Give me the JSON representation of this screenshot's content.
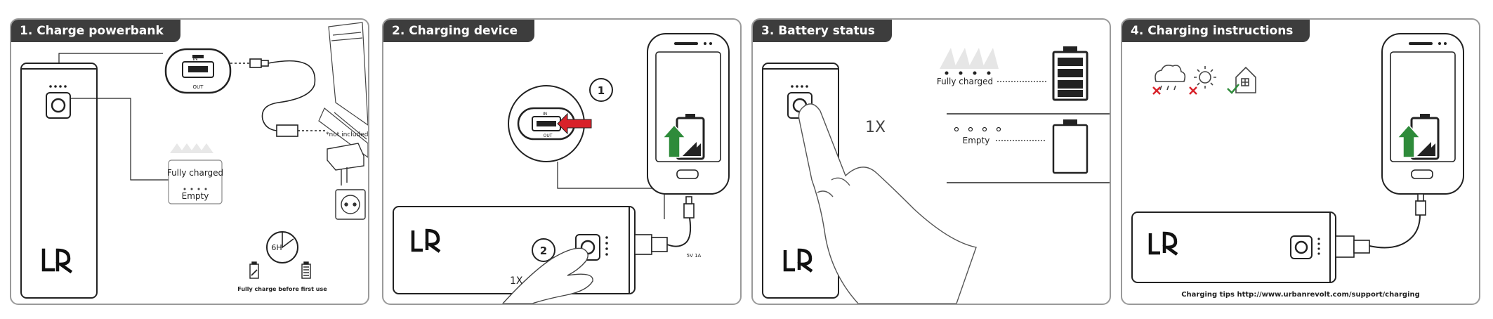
{
  "panels": [
    {
      "title": "1. Charge powerbank",
      "port_in": "IN",
      "port_out": "OUT",
      "not_included": "*not included",
      "fully_charged": "Fully charged",
      "empty": "Empty",
      "timer": "6H",
      "footnote": "Fully charge before first use"
    },
    {
      "title": "2. Charging  device",
      "step1": "1",
      "step2": "2",
      "port_in": "IN",
      "port_out": "OUT",
      "press_count": "1X",
      "cable_spec": "5V  1A"
    },
    {
      "title": "3. Battery status",
      "press_count": "1X",
      "fully_charged": "Fully charged",
      "empty": "Empty"
    },
    {
      "title": "4. Charging instructions",
      "tips": "Charging tips http://www.urbanrevolt.com/support/charging"
    }
  ],
  "colors": {
    "title_bg": "#3d3d3d",
    "border": "#9a9a9a",
    "arrow_red": "#d8222a",
    "arrow_green": "#2e8b3a",
    "cross_red": "#d8222a",
    "check_green": "#2e8b3a"
  },
  "icons": [
    "usb-port-icon",
    "cable-icon",
    "laptop-icon",
    "wall-adapter-icon",
    "power-socket-icon",
    "timer-icon",
    "battery-icon",
    "charging-battery-icon",
    "smartphone-icon",
    "hand-icon",
    "rain-cloud-icon",
    "sun-icon",
    "house-icon",
    "logo-icon"
  ]
}
